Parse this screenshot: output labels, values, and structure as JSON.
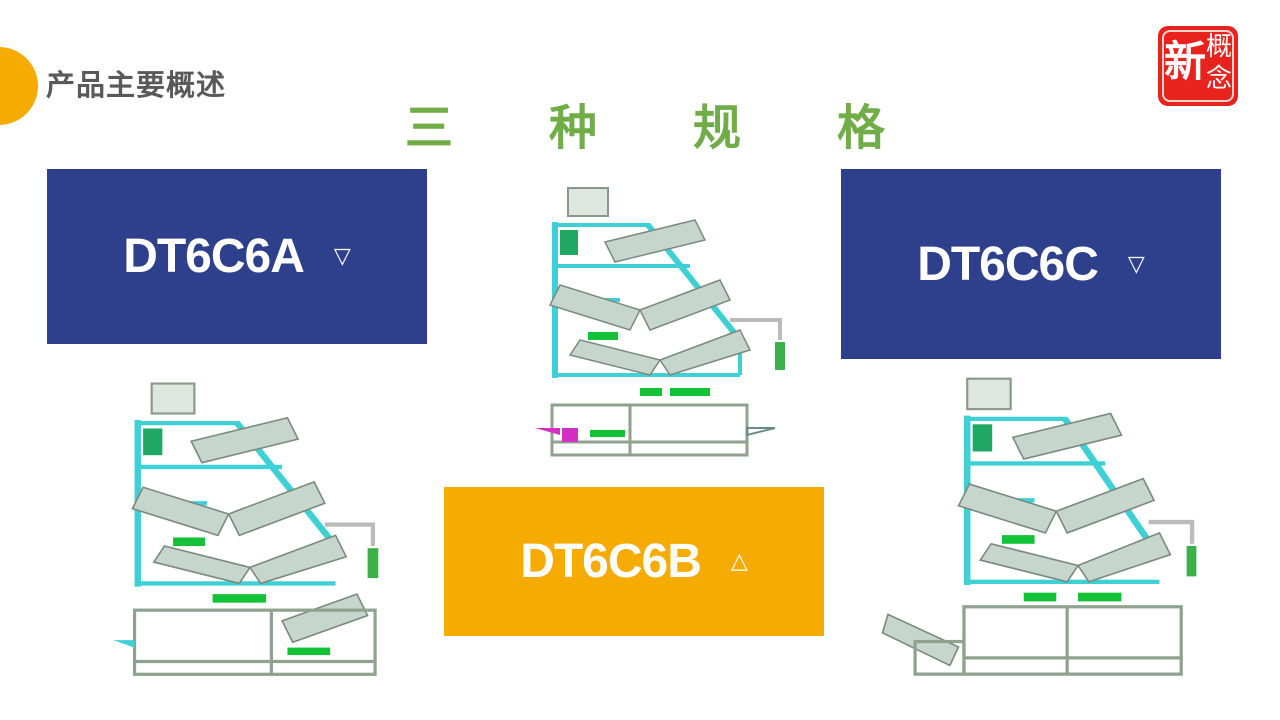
{
  "header": {
    "section_title": "产品主要概述",
    "main_title_chars": [
      "三",
      "种",
      "规",
      "格"
    ],
    "logo": {
      "chars": [
        "新",
        "概",
        "念"
      ],
      "color": "#e8231e"
    }
  },
  "colors": {
    "accent_orange": "#f5ab00",
    "box_blue": "#2e3f8c",
    "title_green": "#70ad47",
    "title_gray": "#595959"
  },
  "models": [
    {
      "label": "DT6C6A",
      "icon": "triangle-down-outline",
      "glyph": "▽",
      "bg": "#2e3f8c"
    },
    {
      "label": "DT6C6B",
      "icon": "triangle-up-outline",
      "glyph": "△",
      "bg": "#f5ab00"
    },
    {
      "label": "DT6C6C",
      "icon": "triangle-down-outline",
      "glyph": "▽",
      "bg": "#2e3f8c"
    }
  ],
  "images": [
    {
      "name": "DT6C6A machine drawing"
    },
    {
      "name": "DT6C6B machine drawing"
    },
    {
      "name": "DT6C6C machine drawing"
    }
  ]
}
